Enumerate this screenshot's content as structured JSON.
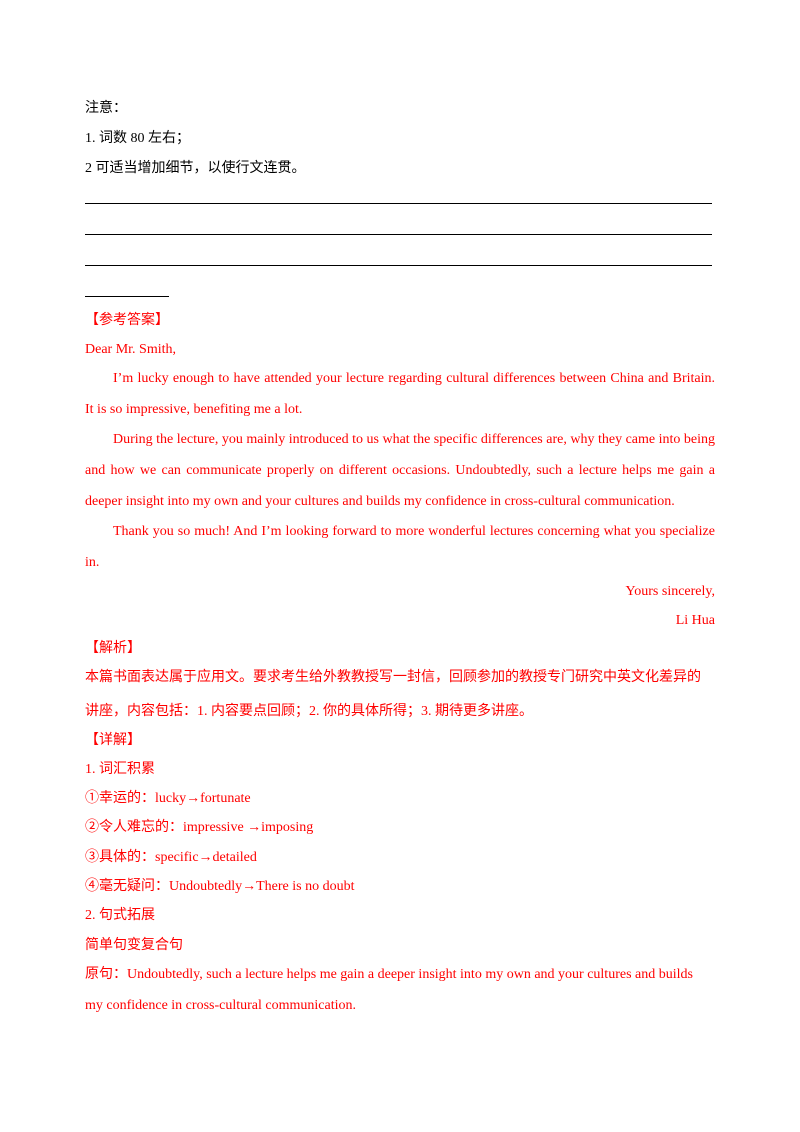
{
  "notes": {
    "heading": "注意：",
    "item1": "1. 词数 80 左右；",
    "item2": "2 可适当增加细节，以使行文连贯。"
  },
  "answer": {
    "heading": "【参考答案】",
    "greeting": "Dear Mr. Smith,",
    "p1": "I’m lucky enough to have attended your lecture regarding cultural differences between China and Britain. It is so impressive, benefiting me a lot.",
    "p2": "During the lecture, you mainly introduced to us what the specific differences are, why they came into being and how we can communicate properly on different occasions. Undoubtedly, such a lecture helps me gain a deeper insight into my own and your cultures and builds my confidence in cross-cultural communication.",
    "p3": "Thank you so much! And I’m looking forward to more wonderful lectures concerning what you specialize in.",
    "closing": "Yours sincerely,",
    "signature": "Li Hua"
  },
  "analysis": {
    "heading": "【解析】",
    "line1": "本篇书面表达属于应用文。要求考生给外教教授写一封信，回顾参加的教授专门研究中英文化差异的",
    "line2": "讲座，内容包括：1. 内容要点回顾；2. 你的具体所得；3. 期待更多讲座。"
  },
  "details": {
    "heading": "【详解】",
    "sec1": "1. 词汇积累",
    "v1": "①幸运的：lucky→fortunate",
    "v2": "②令人难忘的：impressive →imposing",
    "v3": "③具体的：specific→detailed",
    "v4": "④毫无疑问：Undoubtedly→There is no doubt",
    "sec2": "2. 句式拓展",
    "sub": "简单句变复合句",
    "orig1": "原句：Undoubtedly, such a lecture helps me gain a deeper insight into my own and your cultures and builds",
    "orig2": "my confidence in cross-cultural communication."
  }
}
